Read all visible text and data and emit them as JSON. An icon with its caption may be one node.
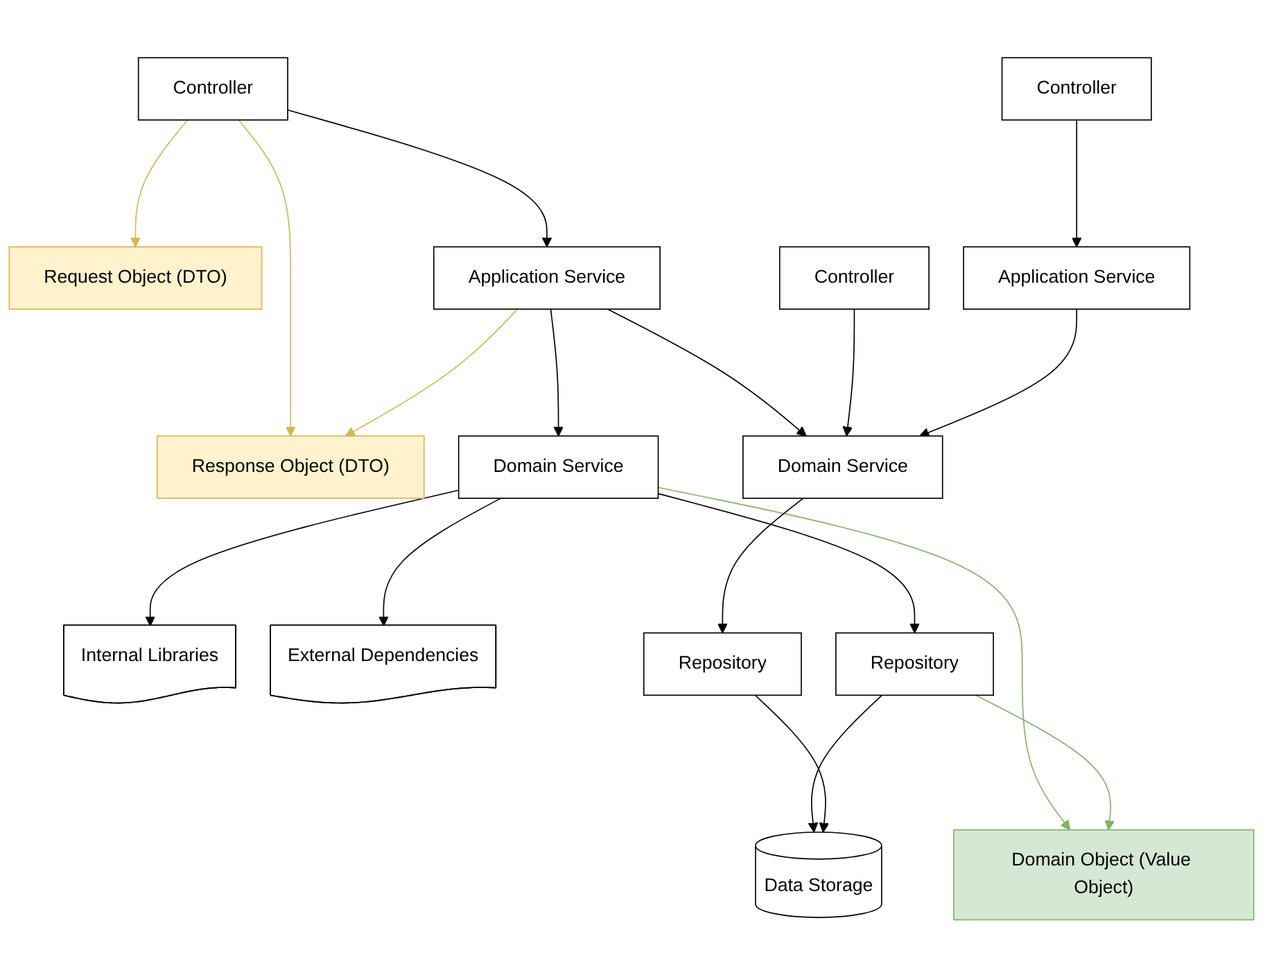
{
  "diagram": {
    "nodes": [
      {
        "text": [
          "Request Object (DTO)"
        ]
      },
      {
        "text": [
          "Controller"
        ]
      },
      {
        "text": [
          "Controller"
        ]
      },
      {
        "text": [
          "Controller"
        ]
      },
      {
        "text": [
          "Response Object (DTO)"
        ]
      },
      {
        "text": [
          "Application Service"
        ]
      },
      {
        "text": [
          "Application Service"
        ]
      },
      {
        "text": [
          "Internal Libraries"
        ]
      },
      {
        "text": [
          "Domain Service"
        ]
      },
      {
        "text": [
          "Domain Service"
        ]
      },
      {
        "text": [
          "External Dependencies"
        ]
      },
      {
        "text": [
          "Domain Object (Value Object)"
        ]
      },
      {
        "text": [
          "Repository"
        ]
      },
      {
        "text": [
          "Repository"
        ]
      },
      {
        "text": [
          "Data Storage"
        ]
      }
    ],
    "edges": [
      {
        "from": 1,
        "to": 0,
        "arrow": "to",
        "color": "#d6b656"
      },
      {
        "from": 1,
        "to": 4,
        "arrow": "to",
        "color": "#d6b656"
      },
      {
        "from": 5,
        "to": 4,
        "arrow": "to",
        "color": "#d6b656"
      },
      {
        "from": 1,
        "to": 5,
        "arrow": "to"
      },
      {
        "from": 5,
        "to": 9,
        "arrow": "to"
      },
      {
        "from": 2,
        "to": 9,
        "arrow": "to"
      },
      {
        "from": 3,
        "to": 6,
        "arrow": "to"
      },
      {
        "from": 6,
        "to": 9,
        "arrow": "to"
      },
      {
        "from": 5,
        "to": 8,
        "arrow": "to"
      },
      {
        "from": 8,
        "to": 7,
        "arrow": "to"
      },
      {
        "from": 8,
        "to": 10,
        "arrow": "to"
      },
      {
        "from": 8,
        "to": 11,
        "arrow": "to",
        "color": "#82b366"
      },
      {
        "from": 12,
        "to": 11,
        "arrow": "to",
        "color": "#82b366"
      },
      {
        "from": 8,
        "to": 12,
        "arrow": "to"
      },
      {
        "from": 9,
        "to": 13,
        "arrow": "to"
      },
      {
        "from": 12,
        "to": 14,
        "arrow": "to"
      },
      {
        "from": 13,
        "to": 14,
        "arrow": "to"
      }
    ]
  }
}
